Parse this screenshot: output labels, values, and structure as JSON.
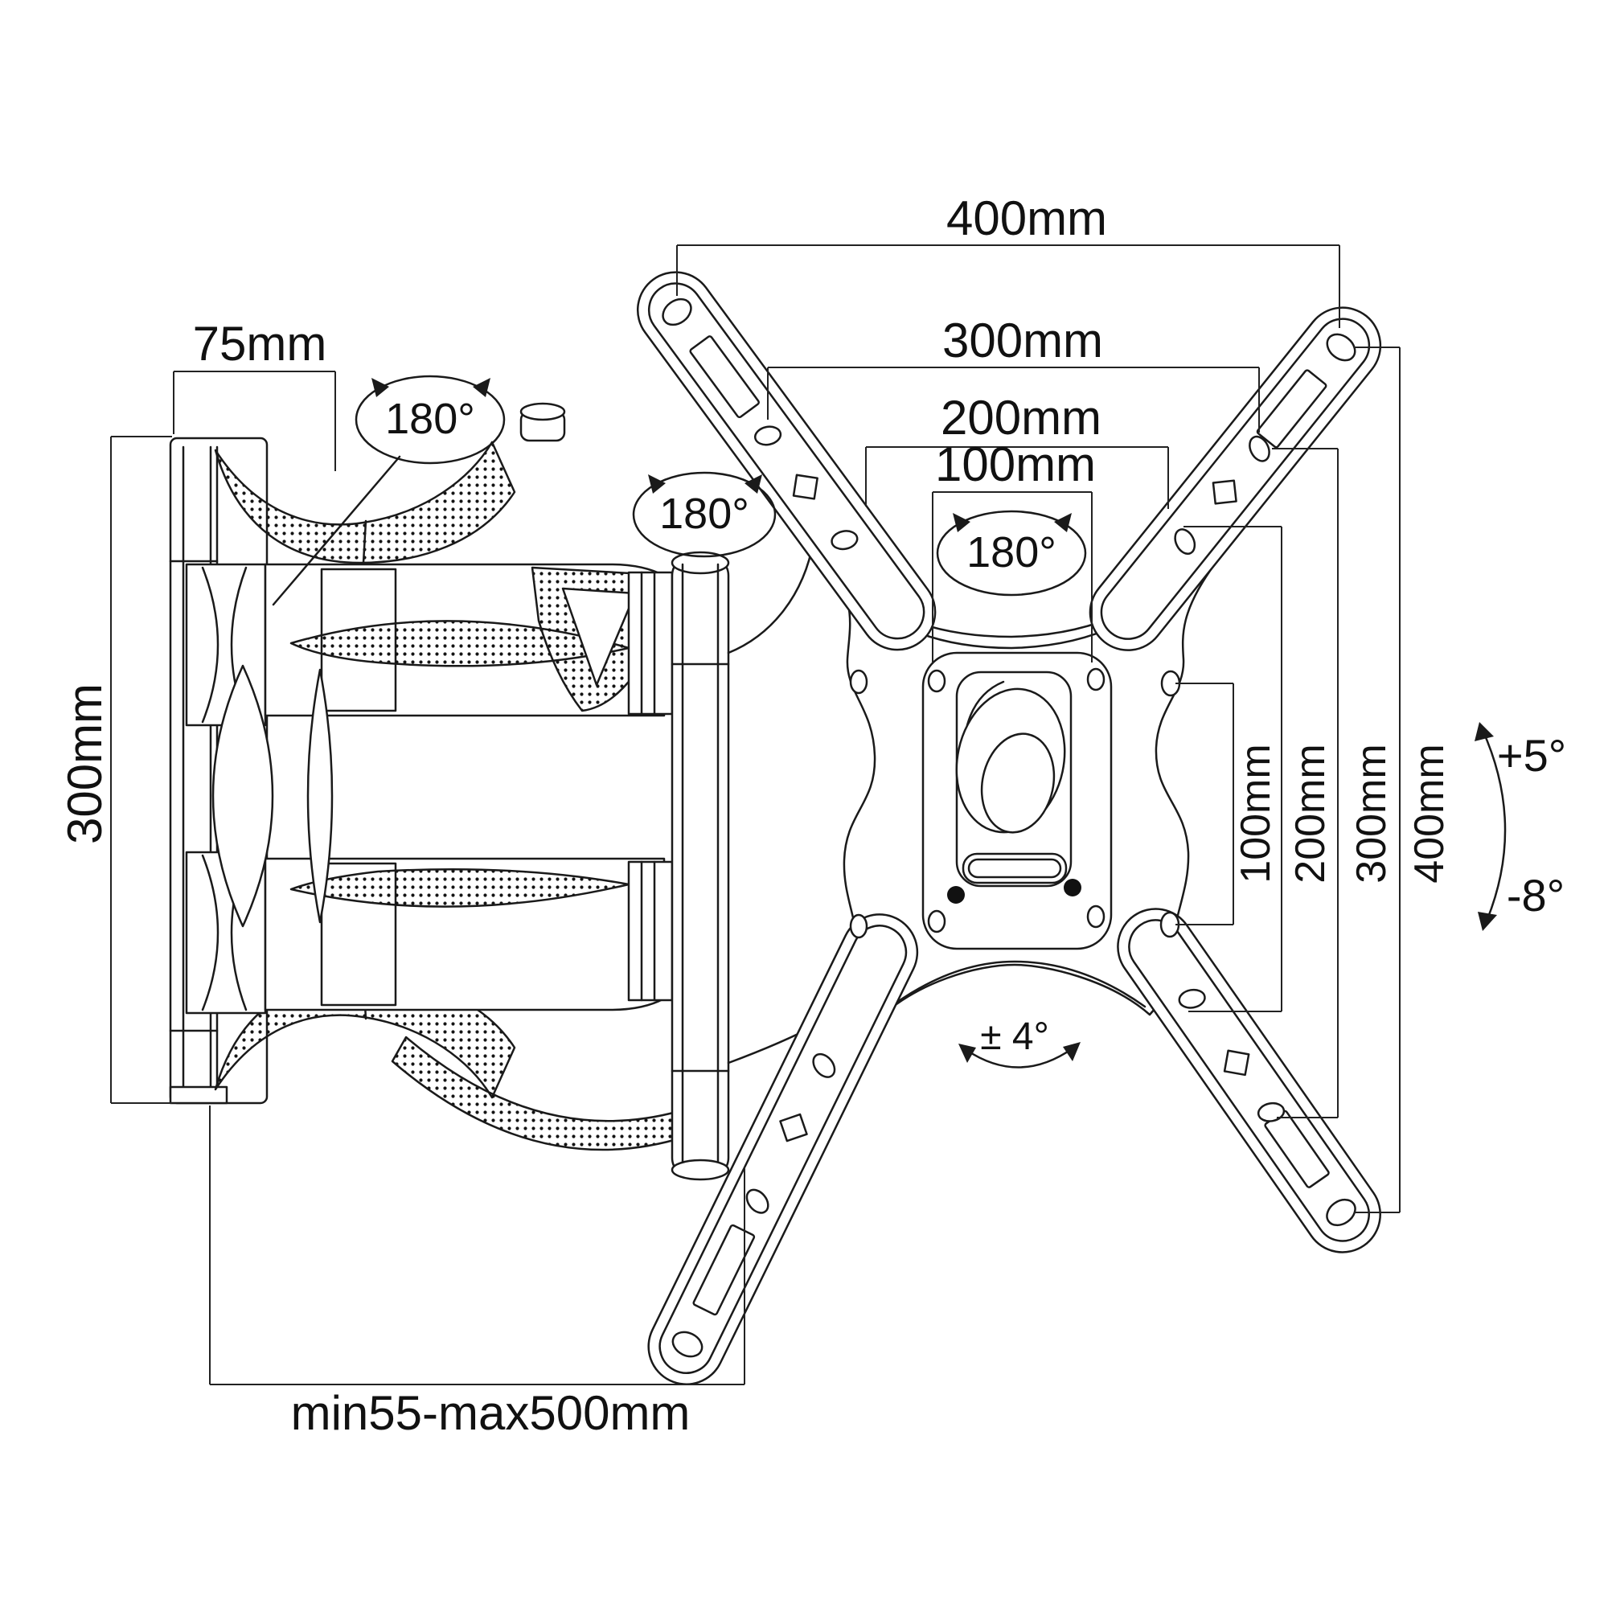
{
  "drawing": {
    "subject": "full-motion TV wall mount technical drawing",
    "colors": {
      "line": "#1a1a1a",
      "dimension_line": "#222222",
      "background": "#ffffff",
      "mesh_dot": "#141414"
    },
    "labels": {
      "top_400": "400mm",
      "top_300": "300mm",
      "top_200": "200mm",
      "top_100": "100mm",
      "swivel_left": "180°",
      "swivel_arm": "180°",
      "swivel_plate": "180°",
      "depth_75": "75mm",
      "height_300": "300mm",
      "right_100": "100mm",
      "right_200": "200mm",
      "right_300": "300mm",
      "right_400": "400mm",
      "tilt_up": "+5°",
      "tilt_down": "-8°",
      "level_adjust": "± 4°",
      "extension_range": "min55-max500mm"
    },
    "dimensions_mm": {
      "vesa_widths": [
        400,
        300,
        200,
        100
      ],
      "vesa_heights": [
        100,
        200,
        300,
        400
      ],
      "wall_plate_width": 75,
      "wall_plate_height": 300,
      "extension_min": 55,
      "extension_max": 500,
      "swivel_degrees": [
        180,
        180,
        180
      ],
      "tilt_up_degrees": 5,
      "tilt_down_degrees": -8,
      "level_adjust_degrees": 4
    }
  }
}
